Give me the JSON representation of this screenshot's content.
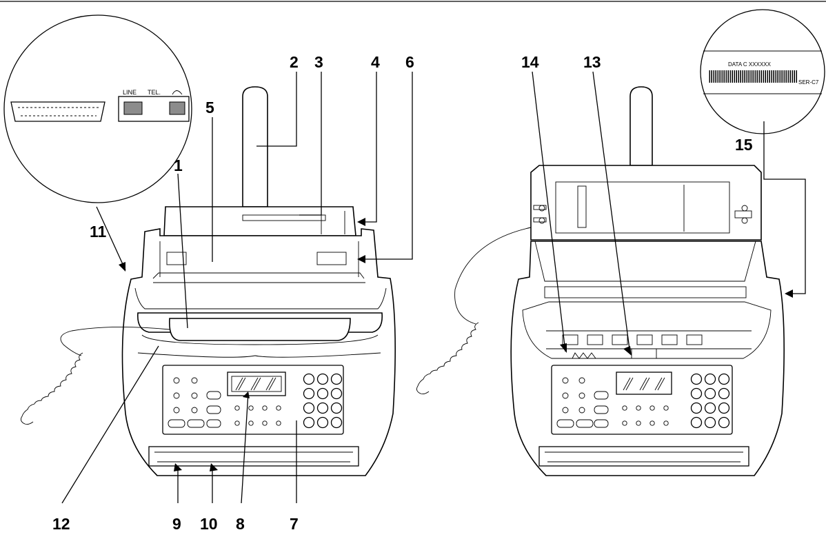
{
  "callouts": {
    "n1": "1",
    "n2": "2",
    "n3": "3",
    "n4": "4",
    "n5": "5",
    "n6": "6",
    "n7": "7",
    "n8": "8",
    "n9": "9",
    "n10": "10",
    "n11": "11",
    "n12": "12",
    "n13": "13",
    "n14": "14",
    "n15": "15"
  },
  "connector_panel": {
    "line_label": "LINE",
    "tel_label": "TEL."
  },
  "serial_label": {
    "data_text": "DATA  C  XXXXXX",
    "code_text": "SER-C7"
  }
}
